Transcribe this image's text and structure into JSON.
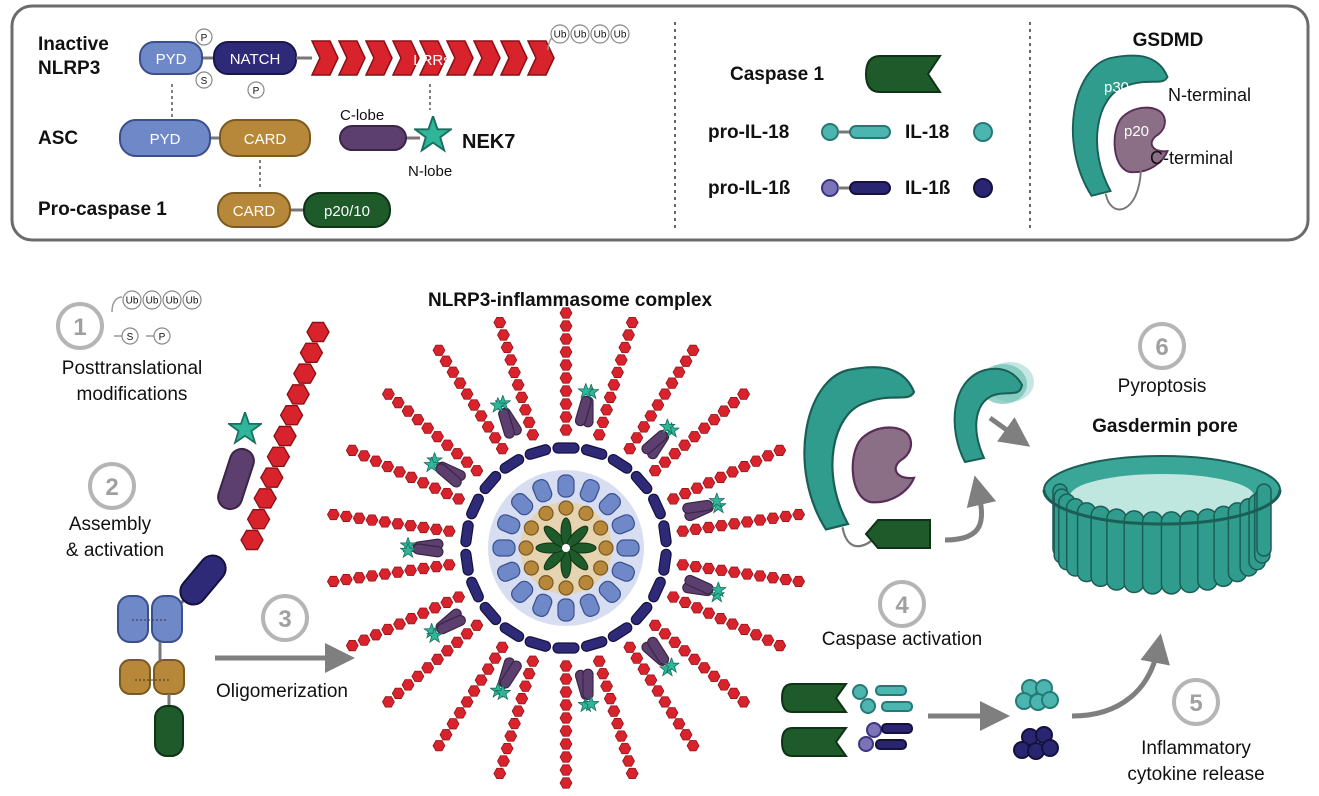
{
  "legend": {
    "nlrp3_label_line1": "Inactive",
    "nlrp3_label_line2": "NLRP3",
    "asc_label": "ASC",
    "procasp_label": "Pro-caspase 1",
    "pyd": "PYD",
    "natch": "NATCH",
    "lrrs": "LRRs",
    "card": "CARD",
    "p2010": "p20/10",
    "phospho": "P",
    "sulf": "S",
    "ub": "Ub",
    "clobe": "C-lobe",
    "nlobe": "N-lobe",
    "nek7": "NEK7",
    "caspase1": "Caspase 1",
    "proil18": "pro-IL-18",
    "il18": "IL-18",
    "proil1b": "pro-IL-1ß",
    "il1b": "IL-1ß",
    "gsdmd": "GSDMD",
    "p30": "p30",
    "p20": "p20",
    "nterm": "N-terminal",
    "cterm": "C-terminal"
  },
  "steps": {
    "s1_num": "1",
    "s1_line1": "Posttranslational",
    "s1_line2": "modifications",
    "s2_num": "2",
    "s2_line1": "Assembly",
    "s2_line2": "& activation",
    "s3_num": "3",
    "s3_label": "Oligomerization",
    "complex_title": "NLRP3-inflammasome complex",
    "s4_num": "4",
    "s4_label": "Caspase activation",
    "s5_num": "5",
    "s5_line1": "Inflammatory",
    "s5_line2": "cytokine release",
    "s6_num": "6",
    "s6_label": "Pyroptosis",
    "pore_label": "Gasdermin pore"
  },
  "colors": {
    "pyd": "#6f88c8",
    "natch": "#2e2a78",
    "lrr": "#d9232c",
    "card": "#b8883a",
    "caspase": "#1e5a2a",
    "nek7_lobe": "#5c3f6e",
    "nek7_star": "#2eb59a",
    "gsdmd_n": "#2f9c8e",
    "gsdmd_c": "#8a6f86",
    "il1b": "#2a2570",
    "il18": "#4cb5b0",
    "arrow": "#7f7f7f",
    "step_circle": "#b5b5b5"
  }
}
